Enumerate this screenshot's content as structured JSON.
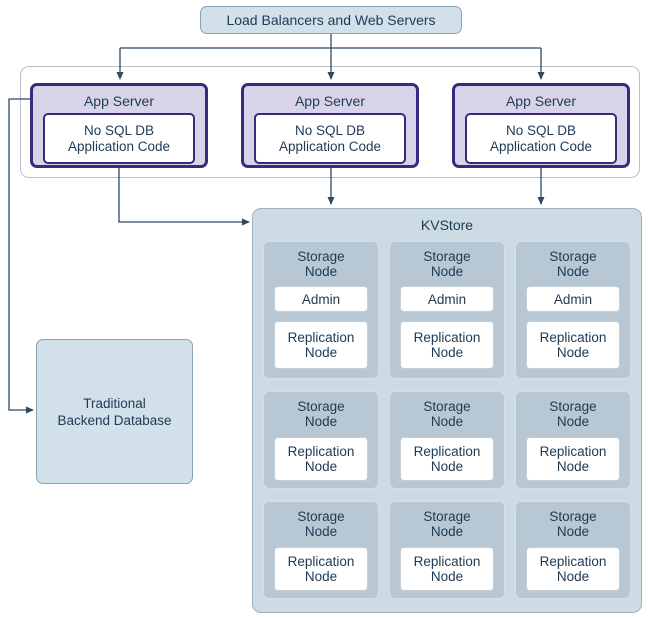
{
  "colors": {
    "line": "#2d4a63",
    "light_blue_fill": "#d2e0ea",
    "light_blue_border": "#89a3b5",
    "app_server_fill": "#d9d3e9",
    "app_server_border": "#382b7d",
    "kvstore_fill": "#cddbe4",
    "storage_node_fill": "#b7c7d3",
    "text": "#1e3a54"
  },
  "load_balancer": {
    "label": "Load Balancers and Web Servers"
  },
  "app_tier": {
    "servers": [
      {
        "title": "App Server",
        "inner": "No SQL DB\nApplication Code"
      },
      {
        "title": "App Server",
        "inner": "No SQL DB\nApplication Code"
      },
      {
        "title": "App Server",
        "inner": "No SQL DB\nApplication Code"
      }
    ]
  },
  "backend_db": {
    "label": "Traditional\nBackend Database"
  },
  "kvstore": {
    "title": "KVStore",
    "rows": [
      {
        "nodes": [
          {
            "title": "Storage\nNode",
            "boxes": [
              "Admin",
              "Replication\nNode"
            ]
          },
          {
            "title": "Storage\nNode",
            "boxes": [
              "Admin",
              "Replication\nNode"
            ]
          },
          {
            "title": "Storage\nNode",
            "boxes": [
              "Admin",
              "Replication\nNode"
            ]
          }
        ]
      },
      {
        "nodes": [
          {
            "title": "Storage\nNode",
            "boxes": [
              "Replication\nNode"
            ]
          },
          {
            "title": "Storage\nNode",
            "boxes": [
              "Replication\nNode"
            ]
          },
          {
            "title": "Storage\nNode",
            "boxes": [
              "Replication\nNode"
            ]
          }
        ]
      },
      {
        "nodes": [
          {
            "title": "Storage\nNode",
            "boxes": [
              "Replication\nNode"
            ]
          },
          {
            "title": "Storage\nNode",
            "boxes": [
              "Replication\nNode"
            ]
          },
          {
            "title": "Storage\nNode",
            "boxes": [
              "Replication\nNode"
            ]
          }
        ]
      }
    ]
  }
}
